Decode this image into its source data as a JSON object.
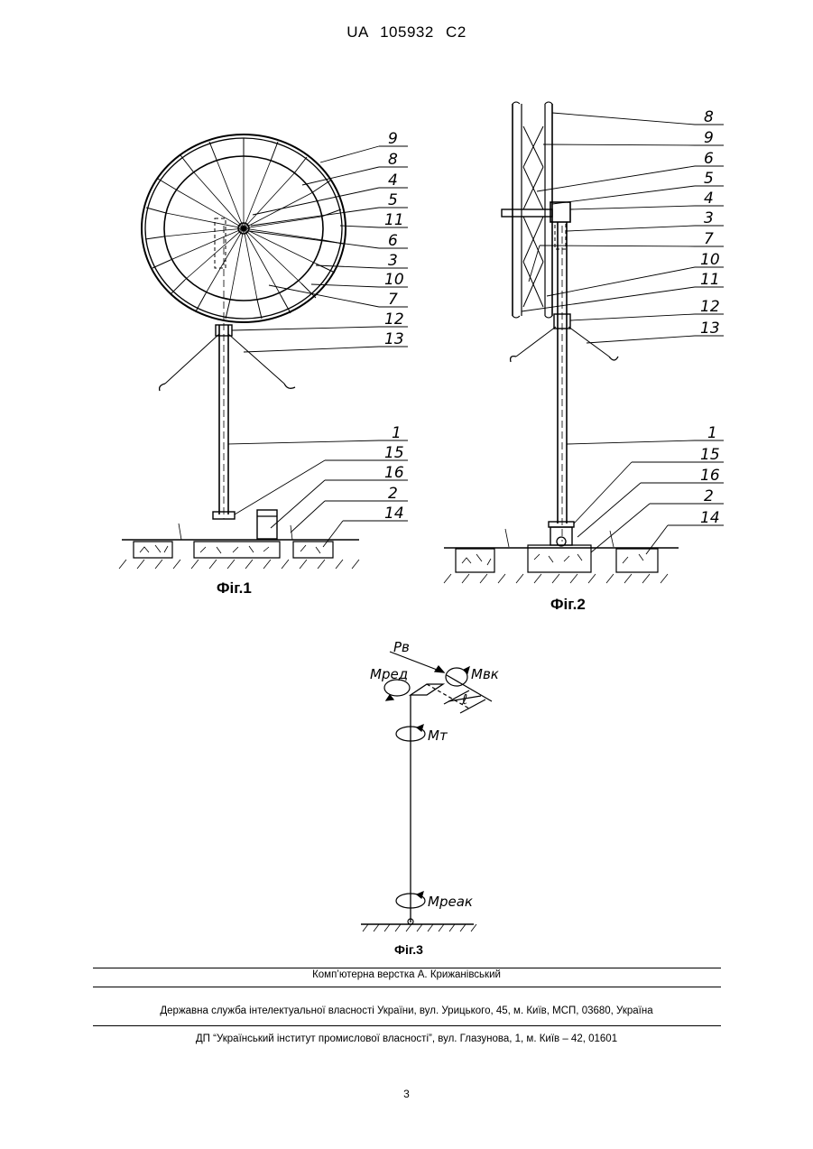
{
  "header": {
    "patent_number": "UA   105932   C2"
  },
  "figures": {
    "fig1": {
      "caption": "Фіг.1",
      "labels": [
        "9",
        "8",
        "4",
        "5",
        "11",
        "6",
        "3",
        "10",
        "7",
        "12",
        "13",
        "1",
        "15",
        "16",
        "2",
        "14"
      ]
    },
    "fig2": {
      "caption": "Фіг.2",
      "labels": [
        "8",
        "9",
        "6",
        "5",
        "4",
        "3",
        "7",
        "10",
        "11",
        "12",
        "13",
        "1",
        "15",
        "16",
        "2",
        "14"
      ]
    },
    "fig3": {
      "caption": "Фіг.3",
      "labels": {
        "force": "Pв",
        "m_red": "Mред",
        "m_vk": "Mвк",
        "arm": "ℓ",
        "m_t": "Mт",
        "m_reak": "Mреак"
      }
    }
  },
  "footer": {
    "typesetter": "Комп’ютерна верстка А. Крижанівський",
    "agency": "Державна служба інтелектуальної власності України, вул. Урицького, 45, м. Київ, МСП, 03680, Україна",
    "institute": "ДП “Український інститут промислової власності”, вул. Глазунова, 1, м. Київ – 42, 01601"
  },
  "page_number": "3"
}
